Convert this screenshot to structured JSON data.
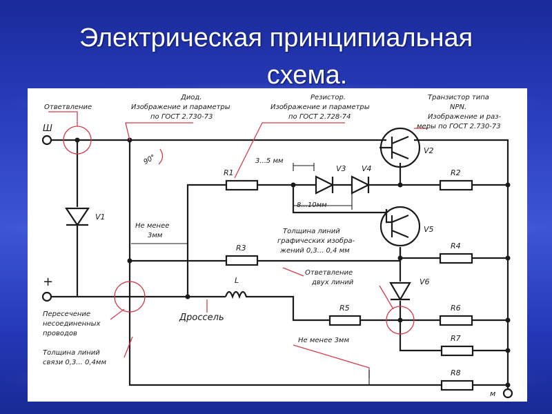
{
  "title": {
    "line1": "Электрическая принципиальная",
    "line2": "схема."
  },
  "diagram": {
    "terminals": {
      "top": "Ш",
      "plus": "+",
      "ground": "м"
    },
    "components": {
      "V1": "V1",
      "V2": "V2",
      "V3": "V3",
      "V4": "V4",
      "V5": "V5",
      "V6": "V6",
      "R1": "R1",
      "R2": "R2",
      "R3": "R3",
      "R4": "R4",
      "R5": "R5",
      "R6": "R6",
      "R7": "R7",
      "R8": "R8",
      "L": "L"
    },
    "annotations": {
      "branch": "Ответвление",
      "diode_1": "Диод.",
      "diode_2": "Изображение и параметры",
      "diode_3": "по ГОСТ 2.730-73",
      "resistor_1": "Резистор.",
      "resistor_2": "Изображение и параметры",
      "resistor_3": "по ГОСТ 2.728-74",
      "transistor_1": "Транзистор типа",
      "transistor_2": "NPN.",
      "transistor_3": "Изображение и раз-",
      "transistor_4": "меры по ГОСТ 2.730-73",
      "angle": "90°",
      "dim_3_5": "3...5 мм",
      "dim_8_10": "8...10мм",
      "min3_1": "Не менее",
      "min3_2": "3мм",
      "thick_1": "Толщина линий",
      "thick_2": "графических изобра-",
      "thick_3": "жений 0,3... 0,4 мм",
      "branch2_1": "Ответвление",
      "branch2_2": "двух линий",
      "choke": "Дроссель",
      "cross_1": "Пересечение",
      "cross_2": "несоединенных",
      "cross_3": "проводов",
      "link_1": "Толщина линий",
      "link_2": "связи 0,3... 0,4мм",
      "min3mm": "Не менее 3мм"
    }
  }
}
